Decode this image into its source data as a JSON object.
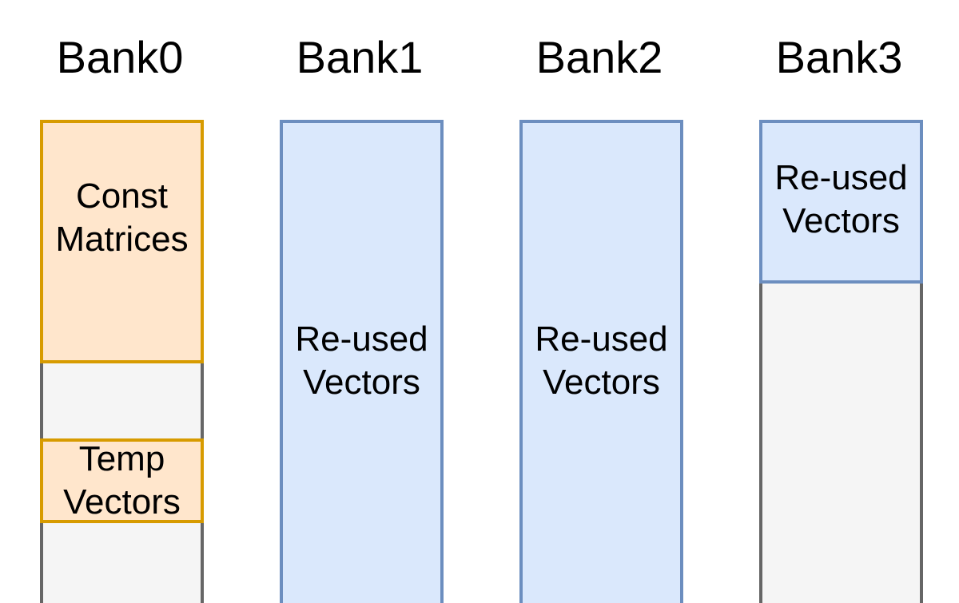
{
  "banks": [
    {
      "title": "Bank0",
      "regions": [
        {
          "label": "Const\nMatrices"
        },
        {
          "label": "Temp\nVectors"
        }
      ]
    },
    {
      "title": "Bank1",
      "regions": [
        {
          "label": "Re-used\nVectors"
        }
      ]
    },
    {
      "title": "Bank2",
      "regions": [
        {
          "label": "Re-used\nVectors"
        }
      ]
    },
    {
      "title": "Bank3",
      "regions": [
        {
          "label": "Re-used\nVectors"
        }
      ]
    }
  ],
  "colors": {
    "const_temp_fill": "#ffe6cc",
    "const_temp_stroke": "#d79b00",
    "reused_fill": "#dae8fc",
    "reused_stroke": "#6c8ebf",
    "empty_fill": "#f5f5f5",
    "empty_stroke": "#666666"
  }
}
